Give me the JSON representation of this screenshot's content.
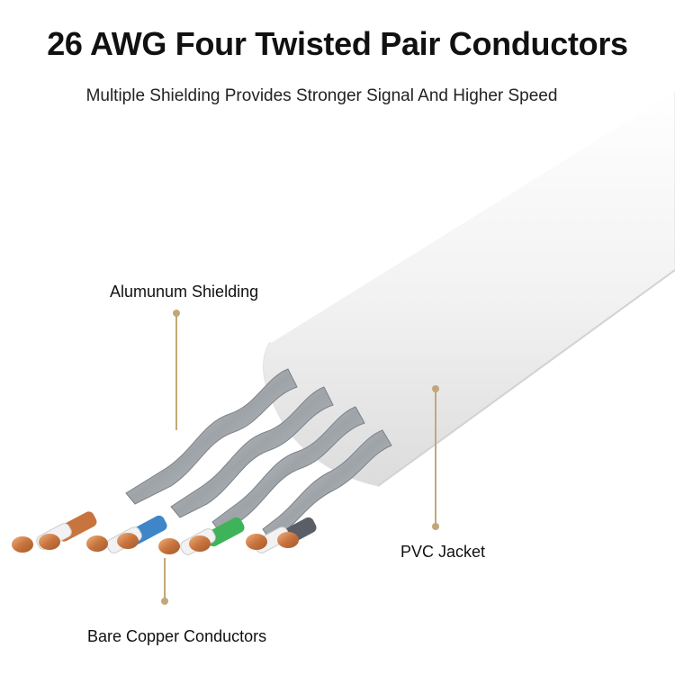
{
  "title": "26 AWG Four Twisted Pair Conductors",
  "subtitle": "Multiple Shielding Provides Stronger Signal And Higher Speed",
  "labels": {
    "shielding": "Alumunum Shielding",
    "jacket": "PVC Jacket",
    "copper": "Bare Copper Conductors"
  },
  "colors": {
    "jacket": "#f4f4f4",
    "shield": "#b8bcc0",
    "copper": "#c8743e",
    "leader": "#c2a878",
    "pair_colors": [
      "#c8743e",
      "#3e86c8",
      "#3fb35a",
      "#5a5e66"
    ]
  }
}
